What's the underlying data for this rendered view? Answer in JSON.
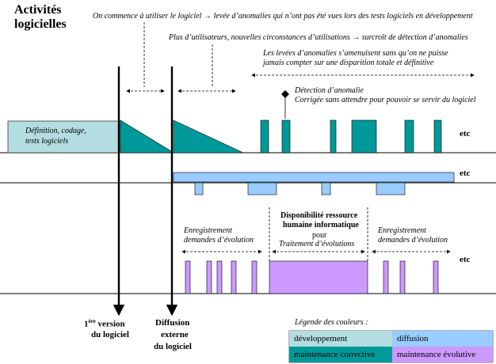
{
  "title": "Activités logicielles",
  "notes": {
    "n1": "On commence à utiliser le logiciel → levée d’anomalies qui n’ont pas été vues lors des tests logiciels en développement",
    "n2": "Plus d’utilisateurs, nouvelles circonstances d’utilisations → surcroît de détection d’anomalies",
    "n3_l1": "Les levées d’anomalies s’amenuisent sans qu’on ne puisse",
    "n3_l2": "jamais compter sur une disparition totale et définitive",
    "det_l1": "Détection d’anomalie",
    "det_l2": "Corrigée sans attendre pour pouvoir se servir du logiciel"
  },
  "dev_label": [
    "Définition, codage,",
    "tests logiciels"
  ],
  "etc": [
    "etc",
    "etc",
    "etc"
  ],
  "evol": {
    "enr1": [
      "Enregistrement",
      "demandes d’évolution"
    ],
    "dispo": [
      "Disponibilité ressource",
      "humaine informatique"
    ],
    "pour": "pour",
    "trait": "Traitement d’évolutions",
    "enr2": [
      "Enregistrement",
      "demandes d’évolution"
    ]
  },
  "milestones": {
    "first": {
      "sup": "ère",
      "pre": "1",
      "l1": " version",
      "l2": "du logiciel"
    },
    "diff": [
      "Diffusion",
      "externe",
      "du logiciel"
    ]
  },
  "legend": {
    "title": "Légende des couleurs :",
    "items": [
      {
        "label": "développement",
        "color": "#b3dde0"
      },
      {
        "label": "diffusion",
        "color": "#99ccff"
      },
      {
        "label": "maintenance corrective",
        "color": "#009999"
      },
      {
        "label": "maintenance évolutive",
        "color": "#cc99ff"
      }
    ]
  }
}
